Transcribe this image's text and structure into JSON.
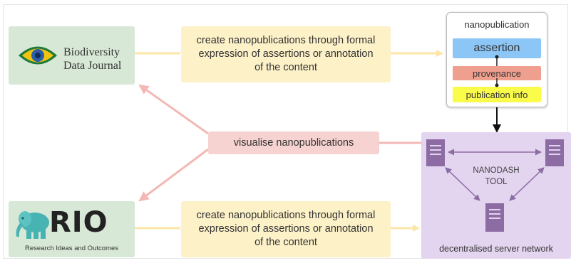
{
  "journals": {
    "bdj": {
      "line1": "Biodiversity",
      "line2": "Data Journal"
    },
    "rio": {
      "name": "RIO",
      "subtitle": "Research Ideas and Outcomes"
    }
  },
  "steps": {
    "create_top": "create nanopublications through formal expression of assertions or annotation of the content",
    "visualise": "visualise nanopublications",
    "create_bottom": "create nanopublications through formal expression of assertions or annotation of the content"
  },
  "nanopublication": {
    "title": "nanopublication",
    "assertion": "assertion",
    "provenance": "provenance",
    "publication_info": "publication info",
    "colors": {
      "assertion": "#8cc6f7",
      "provenance": "#ef9f8e",
      "publication_info": "#fbfb49"
    }
  },
  "network": {
    "tool_line1": "NANODASH",
    "tool_line2": "TOOL",
    "label": "decentralised server network"
  },
  "colors": {
    "green_box": "#d8e8d6",
    "cream_box": "#fdf1c8",
    "pink_box": "#f6d2d0",
    "purple_box": "#e3d4ef",
    "server": "#8c6ca3"
  }
}
